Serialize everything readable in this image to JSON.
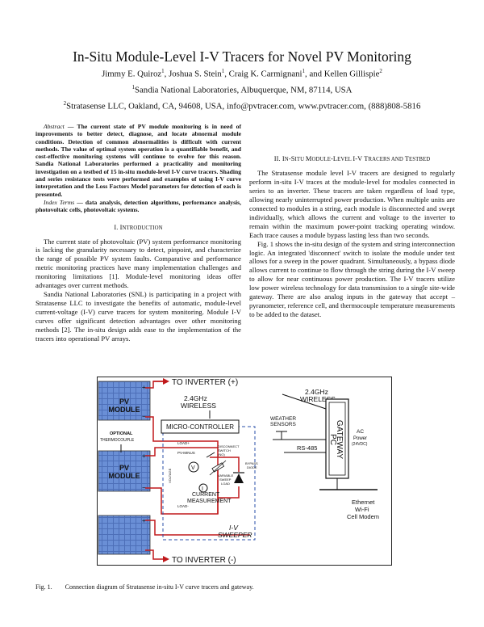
{
  "title": "In-Situ Module-Level I-V Tracers for Novel PV Monitoring",
  "authors": {
    "a1": "Jimmy E. Quiroz",
    "a2": "Joshua S. Stein",
    "a3": "Craig K. Carmignani",
    "a4": "and Kellen Gillispie",
    "sup1": "1",
    "sup2": "2"
  },
  "affiliations": {
    "aff1": "Sandia National Laboratories, Albuquerque, NM, 87114, USA",
    "aff2": "Stratasense LLC, Oakland, CA, 94608, USA, info@pvtracer.com, www.pvtracer.com, (888)808-5816"
  },
  "abstract": {
    "label": "Abstract",
    "text": " — The current state of PV module monitoring is in need of improvements to better detect, diagnose, and locate abnormal module conditions. Detection of common abnormalities is difficult with current methods. The value of optimal system operation is a quantifiable benefit, and cost-effective monitoring systems will continue to evolve for this reason. Sandia National Laboratories performed a practicality and monitoring investigation on a testbed of 15 in-situ module-level I-V curve tracers. Shading and series resistance tests were performed and examples of using I-V curve interpretation and the Loss Factors Model parameters for detection of each is presented."
  },
  "keywords": {
    "label": "Index Terms",
    "text": " — data analysis, detection algorithms, performance analysis, photovoltaic cells, photovoltaic systems."
  },
  "section1": {
    "num": "I. ",
    "first": "I",
    "rest": "NTRODUCTION"
  },
  "section1_p1": "The current state of photovoltaic (PV) system performance monitoring is lacking the granularity necessary to detect, pinpoint, and characterize the range of possible PV system faults. Comparative and performance metric monitoring practices have many implementation challenges and monitoring limitations [1]. Module-level monitoring ideas offer advantages over current methods.",
  "section1_p2": "Sandia National Laboratories (SNL) is participating in a project with Stratasense LLC to investigate the benefits of automatic, module-level current-voltage (I-V) curve tracers for system monitoring. Module I-V curves offer significant detection advantages over other monitoring methods [2]. The in-situ design adds ease to the implementation of the tracers into operational PV arrays.",
  "section2": {
    "num": "II. ",
    "w1f": "I",
    "w1r": "N",
    "w2f": "-S",
    "w2r": "ITU ",
    "w3f": "M",
    "w3r": "ODULE",
    "w4f": "-L",
    "w4r": "EVEL ",
    "w5": "I-V ",
    "w6f": "T",
    "w6r": "RACERS AND ",
    "w7f": "T",
    "w7r": "ESTBED"
  },
  "section2_p1": "The Stratasense module level I-V tracers are designed to regularly perform in-situ I-V traces at the module-level for modules connected in series to an inverter. These tracers are taken regardless of load type, allowing nearly uninterrupted power production. When multiple units are connected to modules in a string, each module is disconnected and swept individually, which allows the current and voltage to the inverter to remain within the maximum power-point tracking operating window. Each trace causes a module bypass lasting less than two seconds.",
  "section2_p2": "Fig. 1 shows the in-situ design of the system and string interconnection logic. An integrated 'disconnect' switch to isolate the module under test allows for a sweep in the power quadrant.  Simultaneously, a bypass diode allows current to continue to flow through the string during the I-V sweep to allow for near continuous power production. The I-V tracers utilize low power wireless technology for data transmission to a single site-wide gateway. There are also analog inputs in the gateway that accept – pyranometer, reference cell, and thermocouple temperature measurements to be added to the dataset.",
  "figure": {
    "to_inverter_plus": "TO INVERTER (+)",
    "to_inverter_minus": "TO INVERTER (-)",
    "ghz_left": "2.4GHz",
    "wireless_left": "WIRELESS",
    "ghz_right": "2.4GHz",
    "wireless_right": "WIRELESS",
    "pv": "PV",
    "module": "MODULE",
    "micro": "MICRO-CONTROLLER",
    "optional": "OPTIONAL",
    "thermocouple": "THERMOCOUPLE",
    "weather1": "WEATHER",
    "weather2": "SENSORS",
    "gateway1": "GATEWAY",
    "gateway2": "PC",
    "rs485": "RS-485",
    "ac1": "AC",
    "ac2": "Power",
    "ac3": "(24VDC)",
    "eth1": "Ethernet",
    "eth2": "Wi-Fi",
    "eth3": "Cell Modem",
    "load_plus": "LOAD+",
    "load_minus": "LOAD-",
    "pv_minus": "PV-MINUS",
    "disconnect1": "DISCONNECT",
    "disconnect2": "SWITCH",
    "disconnect3": "(NO)",
    "bypass1": "BYPASS",
    "bypass2": "DIODE",
    "variable1": "VARIABLE",
    "variable2": "SWEEP",
    "variable3": "LOAD",
    "voltage": "VOLTAGE",
    "current1": "CURRENT",
    "current2": "MEASUREMENT",
    "iv": "I-V",
    "sweeper": "SWEEPER",
    "plus": "+",
    "minus": "−",
    "v_sym": "V",
    "i_sym": "I"
  },
  "caption": {
    "label": "Fig. 1.",
    "text": "Connection diagram of Stratasense in-situ I-V curve tracers and gateway."
  }
}
